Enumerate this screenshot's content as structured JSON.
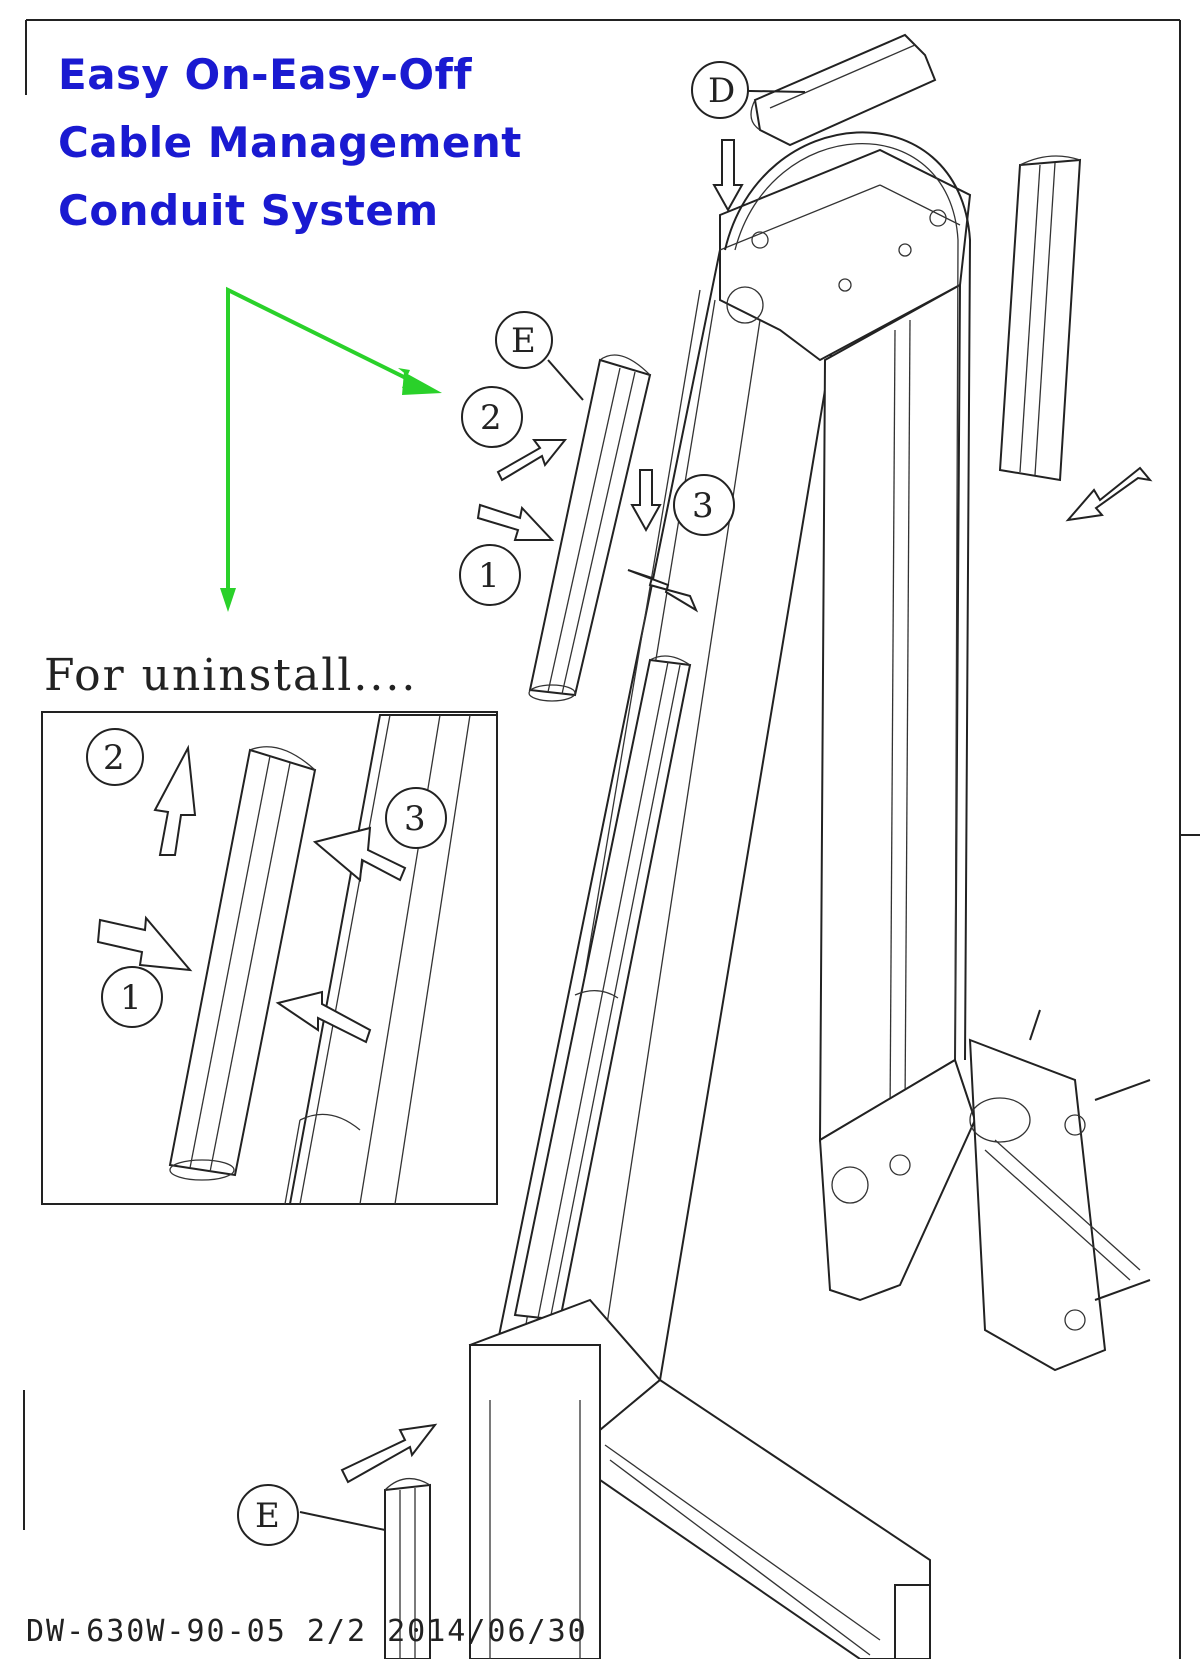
{
  "title": {
    "line1": "Easy On-Easy-Off",
    "line2": "Cable Management",
    "line3": "Conduit System"
  },
  "inset": {
    "caption": "For uninstall...."
  },
  "labels": {
    "part_d": "D",
    "part_e_top": "E",
    "part_e_bottom": "E",
    "step_1": "1",
    "step_2": "2",
    "step_3": "3",
    "inset_step_1": "1",
    "inset_step_2": "2",
    "inset_step_3": "3"
  },
  "footer": {
    "document_id": "DW-630W-90-05  2/2  2014/06/30"
  },
  "colors": {
    "title": "#1a1ad1",
    "pointer_arrows": "#2ad12a",
    "line_art": "#222222"
  }
}
